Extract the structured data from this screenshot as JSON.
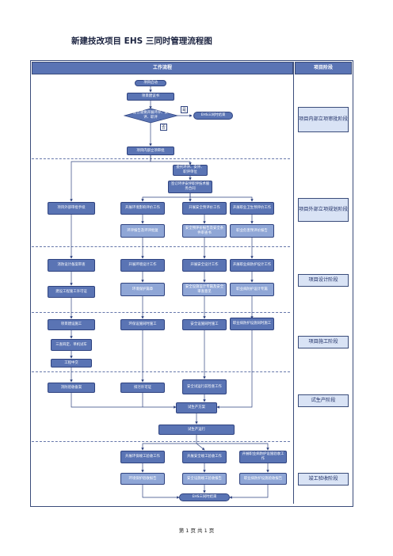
{
  "title": "新建技改项目 EHS 三同时管理流程图",
  "header": {
    "work_flow": "工作流程",
    "project_phase": "项目阶段"
  },
  "phases": [
    "项目内部立项审批阶段",
    "项目外部立项规划阶段",
    "项目设计阶段",
    "项目施工阶段",
    "试生产阶段",
    "竣工验收阶段"
  ],
  "nodes": {
    "start": "项目启动",
    "proposal": "项目建议书",
    "decision": "是否需要开展环评、安评、职评",
    "yes": "是",
    "no": "否",
    "ehs_end_top": "EHS三同时结束",
    "internal_approval": "项目内部立项审批",
    "entrust": "委托环评、安评、职评单位",
    "contract": "签订环评安评职评技术服务合同",
    "ext_approval": "项目外部审批手续",
    "eia": "开展环境影响评价工作",
    "safety": "开展安全预评价工作",
    "ohs": "开展职业卫生预评价工作",
    "eia_report": "环评报告及环评批复",
    "safety_report": "安全预评价报告及安全条件审查书",
    "ohs_report": "职业危害预评价报告",
    "fire_design": "消防设计备案审查",
    "permit": "建设工程施工许可证",
    "env_design": "开展环境设计工作",
    "safety_design": "开展安全设计工作",
    "ohs_design": "开展职业病防护设计工作",
    "env_plan": "环境保护篇章",
    "safety_plan": "安全设施设计专篇及安全审查意见",
    "ohs_plan": "职业病防护设计专篇",
    "construction": "项目建设施工",
    "env_construct": "环保设施同时施工",
    "safety_construct": "安全设施同时施工",
    "ohs_construct": "职业病防护设施同时施工",
    "three_trial": "三查四定、单机试车",
    "handover": "工程中交",
    "fire_accept": "消防验收备案",
    "emission_permit": "排污许可证",
    "safety_check": "安全试运行前检查工作",
    "trial_plan": "试生产方案",
    "trial_run": "试生产运行",
    "env_accept": "开展环保竣工验收工作",
    "safety_accept": "开展安全竣工验收工作",
    "ohs_accept": "开展职业病防护设施验收工作",
    "env_report": "环境保护验收报告",
    "safety_report2": "安全设施竣工验收报告",
    "ohs_report2": "职业病防护设施验收报告",
    "ehs_end": "EHS三同时结束"
  },
  "footer": "第 1 页 共 1 页"
}
